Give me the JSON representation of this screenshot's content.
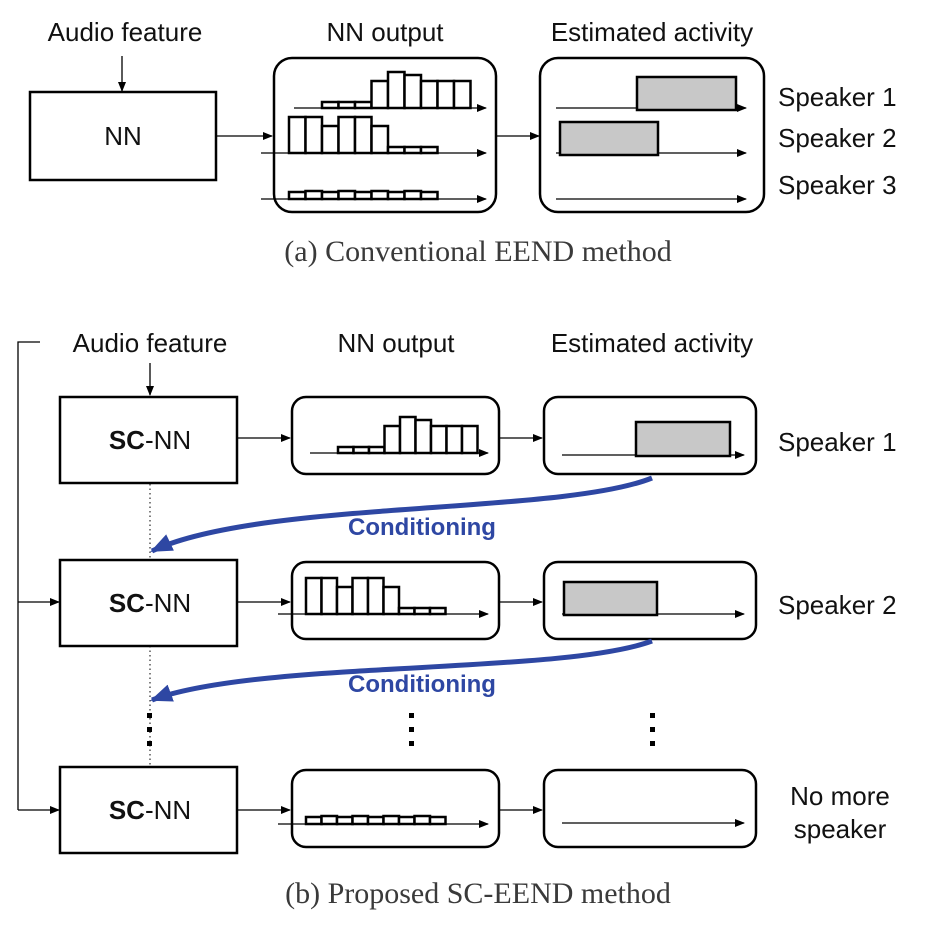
{
  "colors": {
    "conditioning": "#2e47a3",
    "activity_fill": "#c8c8c8"
  },
  "part_a": {
    "audio_feature_label": "Audio feature",
    "nn_label": "NN",
    "nn_output_label": "NN output",
    "estimated_activity_label": "Estimated activity",
    "speakers": [
      "Speaker 1",
      "Speaker 2",
      "Speaker 3"
    ],
    "caption": "(a)  Conventional EEND method"
  },
  "part_b": {
    "audio_feature_label": "Audio feature",
    "nn_output_label": "NN output",
    "estimated_activity_label": "Estimated activity",
    "sc_bold": "SC",
    "nn_suffix": "-NN",
    "conditioning_label": "Conditioning",
    "speaker_labels": [
      "Speaker 1",
      "Speaker 2"
    ],
    "no_more_line1": "No more",
    "no_more_line2": "speaker",
    "caption": "(b)  Proposed SC-EEND method"
  }
}
